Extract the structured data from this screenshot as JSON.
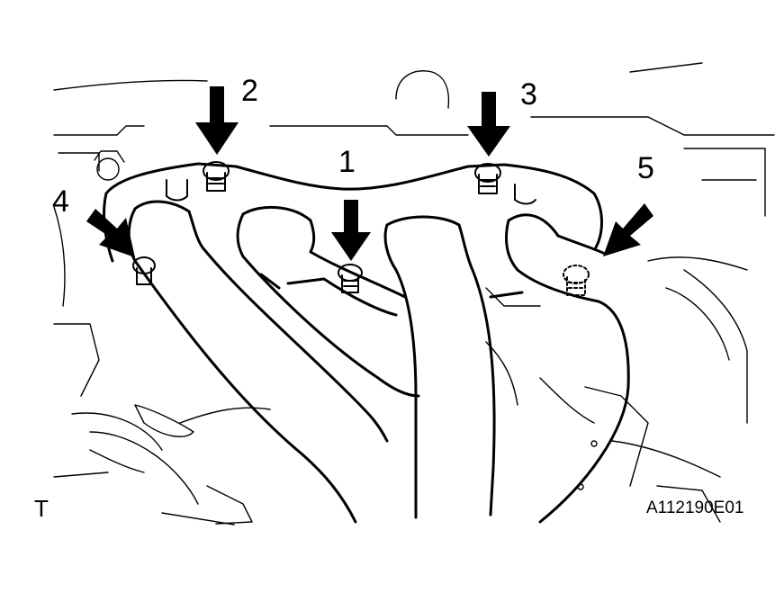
{
  "callouts": {
    "c1": "1",
    "c2": "2",
    "c3": "3",
    "c4": "4",
    "c5": "5"
  },
  "corner_mark": "T",
  "figure_id": "A112190E01",
  "colors": {
    "line": "#000000",
    "background": "#ffffff"
  }
}
